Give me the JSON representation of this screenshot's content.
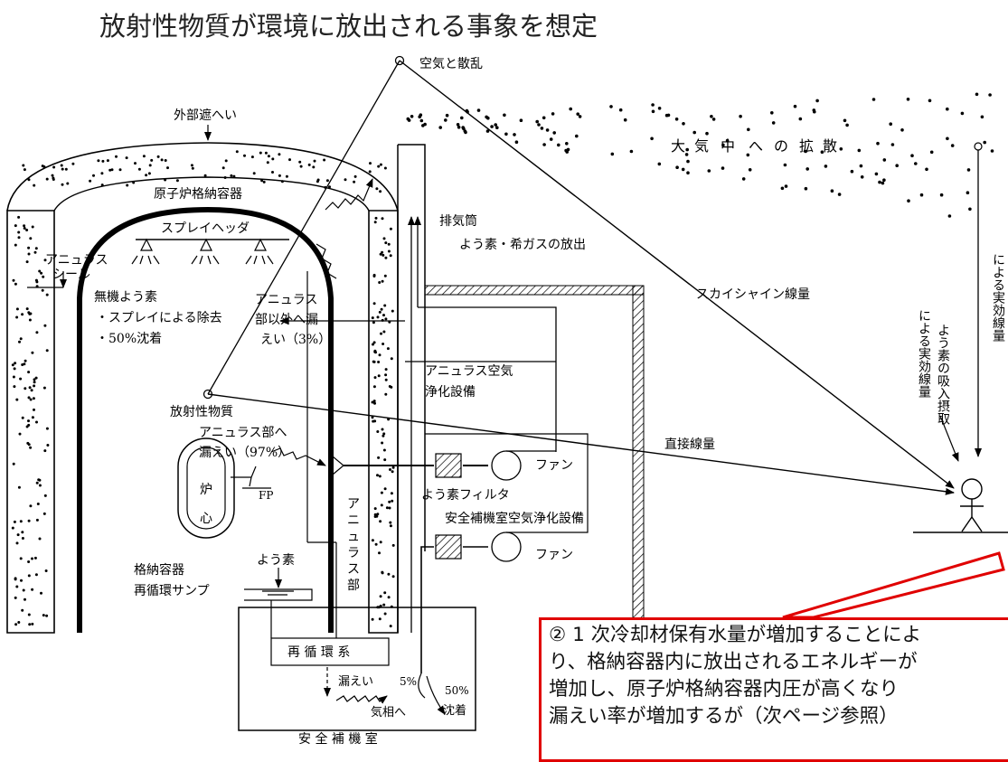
{
  "heading": "放射性物質が環境に放出される事象を想定",
  "labels": {
    "air_scatter": "空気と散乱",
    "external_shield": "外部遮へい",
    "atmos_diffusion": [
      "大",
      "気",
      "中",
      "へ",
      "の",
      "拡",
      "散"
    ],
    "containment": "原子炉格納容器",
    "stack": "排気筒",
    "iodine_noble_release": "よう素・希ガスの放出",
    "spray_header": "スプレイヘッダ",
    "annulus_seal": [
      "アニュラス",
      "シール"
    ],
    "inorganic_iodine": [
      "無機よう素",
      "・スプレイによる除去",
      "・50%沈着"
    ],
    "leak_non_annulus": [
      "アニュラス",
      "部以外へ漏",
      "えい（3%）"
    ],
    "annulus_air_cleanup": [
      "アニュラス空気",
      "浄化設備"
    ],
    "skyshine": "スカイシャイン線量",
    "iodine_inhalation": [
      "よう素の吸入摂取",
      "による実効線量"
    ],
    "effective_dose_partial": "による実効線量",
    "radioactive_material": "放射性物質",
    "leak_to_annulus": [
      "アニュラス部へ",
      "漏えい（97%）"
    ],
    "direct_dose": "直接線量",
    "reactor_core": [
      "炉",
      "心"
    ],
    "fp": "FP",
    "fan1": "ファン",
    "iodine_filter": "よう素フィルタ",
    "aux_bldg_air_cleanup": "安全補機室空気浄化設備",
    "annulus_part": [
      "ア",
      "ニ",
      "ュ",
      "ラ",
      "ス",
      "部"
    ],
    "iodine": "よう素",
    "fan2": "ファン",
    "sump": [
      "格納容器",
      "再循環サンプ"
    ],
    "recirc_system": "再 循 環 系",
    "leakage": "漏えい",
    "five_percent": "5%",
    "to_gas_phase": "気相へ",
    "fifty_percent": [
      "50%",
      "沈着"
    ],
    "aux_bldg": "安 全 補 機 室"
  },
  "note": [
    "② 1 次冷却材保有水量が増加することによ",
    "り、格納容器内に放出されるエネルギーが",
    "増加し、原子炉格納容器内圧が高くなり",
    "漏えい率が増加するが（次ページ参照）"
  ],
  "colors": {
    "callout": "#e00000",
    "line": "#000000"
  }
}
